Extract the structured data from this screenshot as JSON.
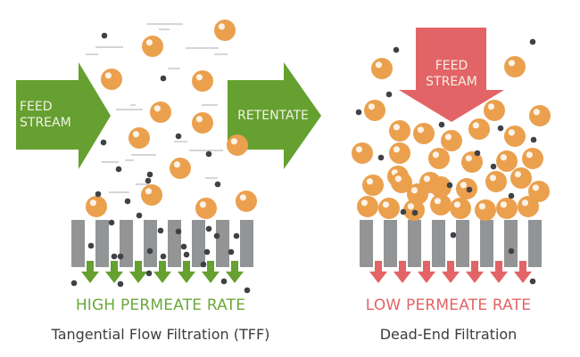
{
  "colors": {
    "green": "#65a030",
    "red": "#e36466",
    "orange": "#eba04e",
    "orange_highlight": "#fbf3e6",
    "gray_bar": "#939496",
    "dark_particle": "#3f4245",
    "streak": "#b9bcc4",
    "caption": "#3d3d3d"
  },
  "left_panel": {
    "feed_label_line1": "FEED",
    "feed_label_line2": "STREAM",
    "retentate_label": "RETENTATE",
    "rate_label": "HIGH PERMEATE RATE",
    "caption": "Tangential Flow Filtration (TFF)",
    "membrane_bars": 8,
    "permeate_arrows": 7
  },
  "right_panel": {
    "feed_label_line1": "FEED",
    "feed_label_line2": "STREAM",
    "rate_label": "LOW PERMEATE RATE",
    "caption": "Dead-End Filtration",
    "membrane_bars": 8,
    "permeate_arrows": 7
  },
  "icons": {
    "large_particle": "orange-sphere",
    "small_particle": "dark-dot",
    "membrane": "gray-bar",
    "flow_arrow": "block-arrow"
  }
}
